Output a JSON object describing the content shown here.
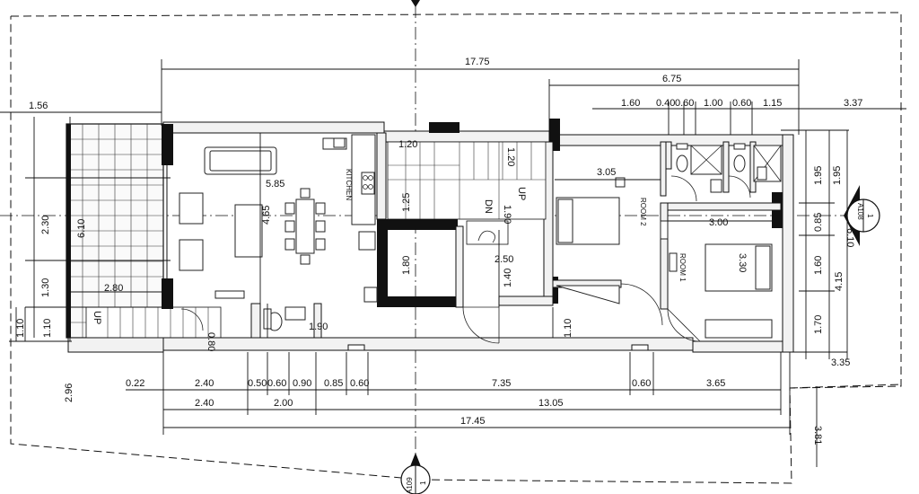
{
  "rooms": {
    "kitchen": "KITCHEN",
    "room1": "ROOM 1",
    "room2": "ROOM 2"
  },
  "stairs": {
    "up_main": "UP",
    "dn_main": "DN",
    "up_terrace": "UP"
  },
  "section_markers": {
    "right": {
      "number": "1",
      "sheet": "A108"
    },
    "bottom": {
      "number": "1",
      "sheet": "A109"
    }
  },
  "dimensions": {
    "top_overall": "17.75",
    "top_right": "6.75",
    "top_d1": "1.60",
    "top_d2": "0.40",
    "top_d3": "0.60",
    "top_d4": "1.00",
    "top_d5": "0.60",
    "top_d6": "1.15",
    "top_far_right": "3.37",
    "left_top": "1.56",
    "left_v1": "2.30",
    "left_v2": "6.10",
    "left_v3": "1.30",
    "left_v4": "1.10",
    "left_v5": "1.10",
    "left_bottom": "2.96",
    "terrace_w": "2.80",
    "living_w": "5.85",
    "living_h": "4.65",
    "stair_top": "1.20",
    "stair_side": "1.20",
    "stair_h": "1.25",
    "stair_land": "1.90",
    "void_h": "1.80",
    "land_w": "2.50",
    "land_h": "1.40",
    "wc_w": "1.90",
    "wc_h": "0.80",
    "hall_h": "1.10",
    "room2_w": "3.05",
    "room1_w": "3.00",
    "room1_h": "3.30",
    "right_v1": "1.95",
    "right_v2": "1.95",
    "right_v3": "0.85",
    "right_v4": "1.60",
    "right_v5": "1.70",
    "right_v6": "6.10",
    "right_v7": "4.15",
    "right_bottom": "3.35",
    "right_far_bottom": "3.81",
    "bot_a1": "0.22",
    "bot_a2": "2.40",
    "bot_a3": "0.50",
    "bot_a4": "0.60",
    "bot_a5": "0.90",
    "bot_a6": "0.85",
    "bot_a7": "0.60",
    "bot_a8": "7.35",
    "bot_a9": "0.60",
    "bot_a10": "3.65",
    "bot_b1": "2.40",
    "bot_b2": "2.00",
    "bot_b3": "13.05",
    "bot_overall": "17.45"
  }
}
